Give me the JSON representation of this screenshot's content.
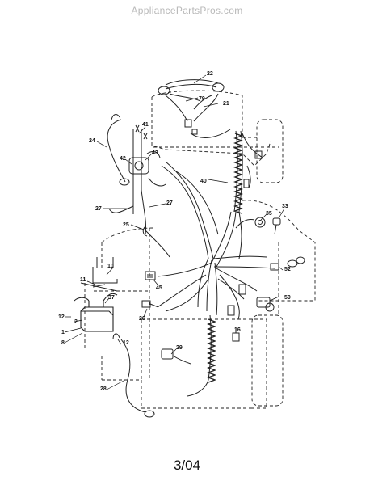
{
  "watermark": "AppliancePartsPros.com",
  "page_number": "3/04",
  "callouts": [
    "22",
    "79",
    "21",
    "41",
    "24",
    "43",
    "42",
    "40",
    "27",
    "27",
    "35",
    "33",
    "25",
    "11",
    "10",
    "37",
    "45",
    "52",
    "2",
    "12",
    "1",
    "8",
    "26",
    "50",
    "16",
    "12",
    "29",
    "28"
  ]
}
